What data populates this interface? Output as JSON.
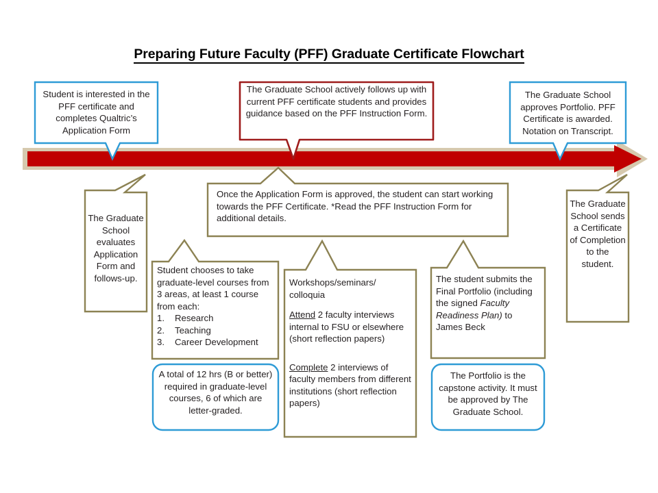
{
  "title": "Preparing Future Faculty (PFF) Graduate Certificate Flowchart",
  "colors": {
    "blue_border": "#2E9BD6",
    "dark_red_border": "#9E1B1B",
    "khaki_border": "#8C8253",
    "arrow_fill": "#C00000",
    "arrow_outline": "#D6C9AE",
    "text": "#231F20"
  },
  "arrow": {
    "name": "process-timeline-arrow",
    "direction": "right"
  },
  "callouts": {
    "student_interested": {
      "style": "blue",
      "align": "center",
      "text": "Student is interested in the PFF certificate and completes Qualtric’s Application Form"
    },
    "grad_school_follows_up": {
      "style": "dark-red",
      "align": "center",
      "text": "The Graduate School actively follows up with current PFF certificate students and provides guidance based on the PFF Instruction Form."
    },
    "grad_school_approves": {
      "style": "blue",
      "align": "center",
      "text": "The Graduate School approves Portfolio. PFF Certificate is awarded. Notation on Transcript."
    },
    "grad_school_evaluates": {
      "style": "khaki",
      "align": "center",
      "text": "The Graduate School evaluates Application Form and follows-up."
    },
    "application_approved": {
      "style": "khaki",
      "align": "left",
      "text": "Once the Application Form is approved, the student can start working towards the PFF Certificate. *Read the PFF Instruction Form for additional details."
    },
    "certificate_of_completion": {
      "style": "khaki",
      "align": "center",
      "text": "The Graduate School sends a Certificate of Completion to the student."
    },
    "course_selection": {
      "style": "khaki",
      "align": "left",
      "intro": "Student chooses to take graduate-level courses from 3 areas, at least 1 course from each:",
      "items": [
        {
          "num": "1.",
          "label": "Research"
        },
        {
          "num": "2.",
          "label": "Teaching"
        },
        {
          "num": "3.",
          "label": "Career Development"
        }
      ]
    },
    "credit_hours": {
      "style": "blue-rounded",
      "align": "center",
      "text": "A total of 12 hrs (B or better) required in graduate-level courses, 6 of which are letter-graded."
    },
    "workshops": {
      "style": "khaki",
      "align": "left",
      "heading": "Workshops/seminars/ colloquia",
      "para1_lead": "Attend",
      "para1_rest": " 2 faculty interviews internal to FSU or elsewhere (short reflection papers)",
      "para2_lead": "Complete",
      "para2_rest": " 2 interviews of faculty members from different institutions (short reflection papers)"
    },
    "final_portfolio": {
      "style": "khaki",
      "align": "left",
      "part1": "The student submits the Final Portfolio (including the signed ",
      "italic": "Faculty Readiness Plan)",
      "part2": " to James Beck"
    },
    "portfolio_capstone": {
      "style": "blue-rounded",
      "align": "center",
      "text": "The Portfolio is the capstone activity. It must be approved by The Graduate School."
    }
  }
}
